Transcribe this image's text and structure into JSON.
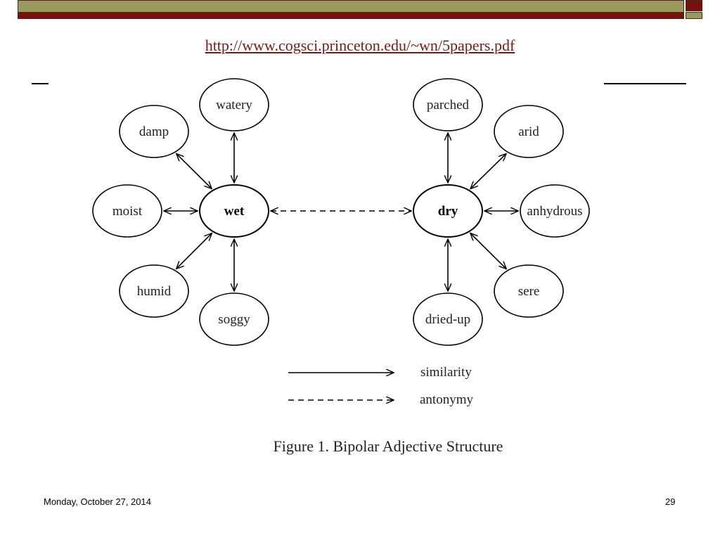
{
  "slide": {
    "url": "http://www.cogsci.princeton.edu/~wn/5papers.pdf",
    "date": "Monday, October 27, 2014",
    "page": "29"
  },
  "diagram": {
    "nodes": [
      {
        "id": "wet",
        "label": "wet",
        "core": true
      },
      {
        "id": "watery",
        "label": "watery"
      },
      {
        "id": "damp",
        "label": "damp"
      },
      {
        "id": "moist",
        "label": "moist"
      },
      {
        "id": "humid",
        "label": "humid"
      },
      {
        "id": "soggy",
        "label": "soggy"
      },
      {
        "id": "dry",
        "label": "dry",
        "core": true
      },
      {
        "id": "parched",
        "label": "parched"
      },
      {
        "id": "arid",
        "label": "arid"
      },
      {
        "id": "anhydrous",
        "label": "anhydrous"
      },
      {
        "id": "sere",
        "label": "sere"
      },
      {
        "id": "dried-up",
        "label": "dried-up"
      }
    ],
    "edges": [
      {
        "from": "wet",
        "to": "watery",
        "kind": "similarity"
      },
      {
        "from": "wet",
        "to": "damp",
        "kind": "similarity"
      },
      {
        "from": "wet",
        "to": "moist",
        "kind": "similarity"
      },
      {
        "from": "wet",
        "to": "humid",
        "kind": "similarity"
      },
      {
        "from": "wet",
        "to": "soggy",
        "kind": "similarity"
      },
      {
        "from": "dry",
        "to": "parched",
        "kind": "similarity"
      },
      {
        "from": "dry",
        "to": "arid",
        "kind": "similarity"
      },
      {
        "from": "dry",
        "to": "anhydrous",
        "kind": "similarity"
      },
      {
        "from": "dry",
        "to": "sere",
        "kind": "similarity"
      },
      {
        "from": "dry",
        "to": "dried-up",
        "kind": "similarity"
      },
      {
        "from": "wet",
        "to": "dry",
        "kind": "antonymy"
      }
    ],
    "legend": {
      "similarity": "similarity",
      "antonymy": "antonymy"
    },
    "caption": "Figure 1.  Bipolar Adjective Structure"
  },
  "colors": {
    "bar_olive": "#9b9a5e",
    "bar_red": "#7a0f10",
    "link": "#7a1a10"
  }
}
